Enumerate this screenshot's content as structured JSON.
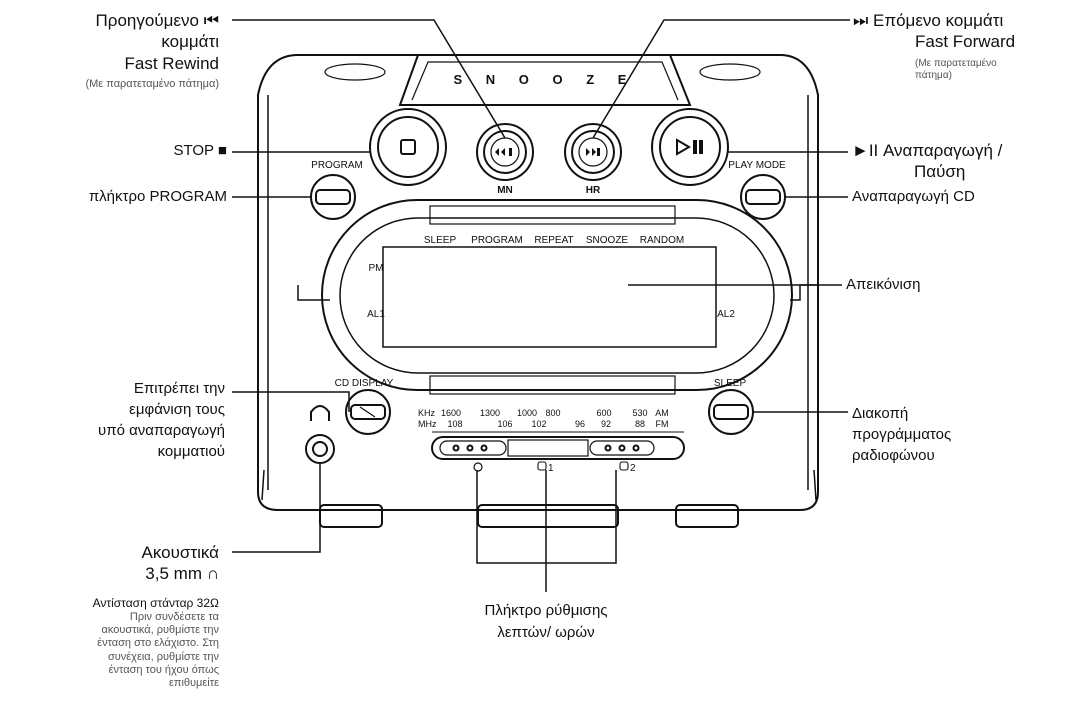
{
  "device": {
    "brand_text": "S N O O Z E",
    "button_marks": {
      "mn": "MN",
      "hr": "HR"
    },
    "panel_labels": {
      "program": "PROGRAM",
      "play_mode": "PLAY MODE",
      "cd_display": "CD DISPLAY",
      "sleep": "SLEEP"
    },
    "display_labels": {
      "sleep": "SLEEP",
      "program": "PROGRAM",
      "repeat": "REPEAT",
      "snooze": "SNOOZE",
      "random": "RANDOM",
      "pm": "PM",
      "al1": "AL1",
      "al2": "AL2"
    },
    "tuner": {
      "khz_unit": "KHz",
      "mhz_unit": "MHz",
      "am": "AM",
      "fm": "FM",
      "khz": [
        "1600",
        "1300",
        "1000",
        "800",
        "600",
        "530"
      ],
      "mhz": [
        "108",
        "106",
        "102",
        "96",
        "92",
        "88"
      ],
      "alarm1": "1",
      "alarm2": "2"
    }
  },
  "callouts": {
    "prev_track": [
      "Προηγούμενο ⏮",
      "κομμάτι",
      "Fast Rewind"
    ],
    "prev_note": "(Με παρατεταμένο πάτημα)",
    "next_track": [
      "⏭ Επόμενο κομμάτι",
      "Fast Forward"
    ],
    "next_note": [
      "(Με παρατεταμένο",
      "πάτημα)"
    ],
    "stop": "STOP ■",
    "play_pause": [
      "►II Αναπαραγωγή /",
      "Παύση"
    ],
    "program_key": "πλήκτρο PROGRAM",
    "cd_play": "Αναπαραγωγή CD",
    "display": "Απεικόνιση",
    "cd_display_info": [
      "Επιτρέπει την",
      "εμφάνιση τους",
      "υπό αναπαραγωγή",
      "κομματιού"
    ],
    "radio_stop": [
      "Διακοπή",
      "προγράμματος",
      "ραδιοφώνου"
    ],
    "headphones": [
      "Ακουστικά",
      "3,5 mm"
    ],
    "impedance": "Αντίσταση στάνταρ 32Ω",
    "headphone_note": [
      "Πριν συνδέσετε τα",
      "ακουστικά, ρυθμίστε την",
      "ένταση στο ελάχιστο. Στη",
      "συνέχεια, ρυθμίστε την",
      "ένταση του ήχου όπως",
      "επιθυμείτε"
    ],
    "time_set": [
      "Πλήκτρο ρύθμισης",
      "λεπτών/ ωρών"
    ]
  }
}
